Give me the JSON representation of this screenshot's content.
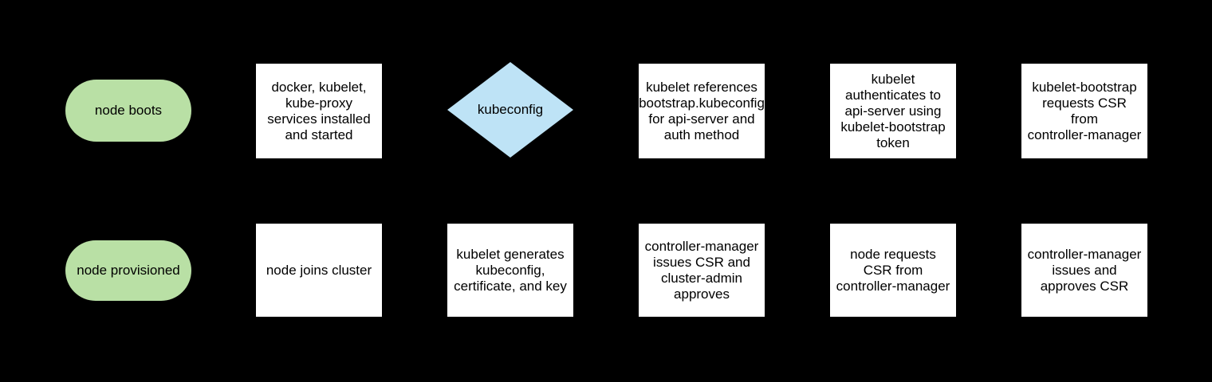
{
  "flowchart": {
    "colors": {
      "background": "#000000",
      "terminator_fill": "#b9e0a5",
      "decision_fill": "#bee3f6",
      "process_fill": "#ffffff",
      "text": "#000000"
    },
    "rows": [
      {
        "nodes": [
          {
            "id": "node-boots",
            "shape": "terminator",
            "label": "node boots"
          },
          {
            "id": "docker-kubelet-kube-proxy-services",
            "shape": "process",
            "label": "docker, kubelet,\nkube-proxy\nservices installed\nand started"
          },
          {
            "id": "kubeconfig-decision",
            "shape": "decision",
            "label": "kubeconfig"
          },
          {
            "id": "kubelet-references-bootstrap-kubeconfig",
            "shape": "process",
            "label": "kubelet references\nbootstrap.kubeconfig\nfor api-server and\nauth method"
          },
          {
            "id": "kubelet-authenticates-to-api-server",
            "shape": "process",
            "label": "kubelet\nauthenticates to\napi-server using\nkubelet-bootstrap\ntoken"
          },
          {
            "id": "kubelet-bootstrap-requests-csr",
            "shape": "process",
            "label": "kubelet-bootstrap\nrequests CSR\nfrom\ncontroller-manager"
          }
        ]
      },
      {
        "nodes": [
          {
            "id": "node-provisioned",
            "shape": "terminator",
            "label": "node provisioned"
          },
          {
            "id": "node-joins-cluster",
            "shape": "process",
            "label": "node joins cluster"
          },
          {
            "id": "kubelet-generates-kubeconfig",
            "shape": "process",
            "label": "kubelet generates\nkubeconfig,\ncertificate, and key"
          },
          {
            "id": "controller-manager-issues-csr-cluster-admin-approves",
            "shape": "process",
            "label": "controller-manager\nissues CSR and\ncluster-admin\napproves"
          },
          {
            "id": "node-requests-csr",
            "shape": "process",
            "label": "node requests\nCSR from\ncontroller-manager"
          },
          {
            "id": "controller-manager-issues-and-approves-csr",
            "shape": "process",
            "label": "controller-manager\nissues and\napproves CSR"
          }
        ]
      }
    ]
  }
}
